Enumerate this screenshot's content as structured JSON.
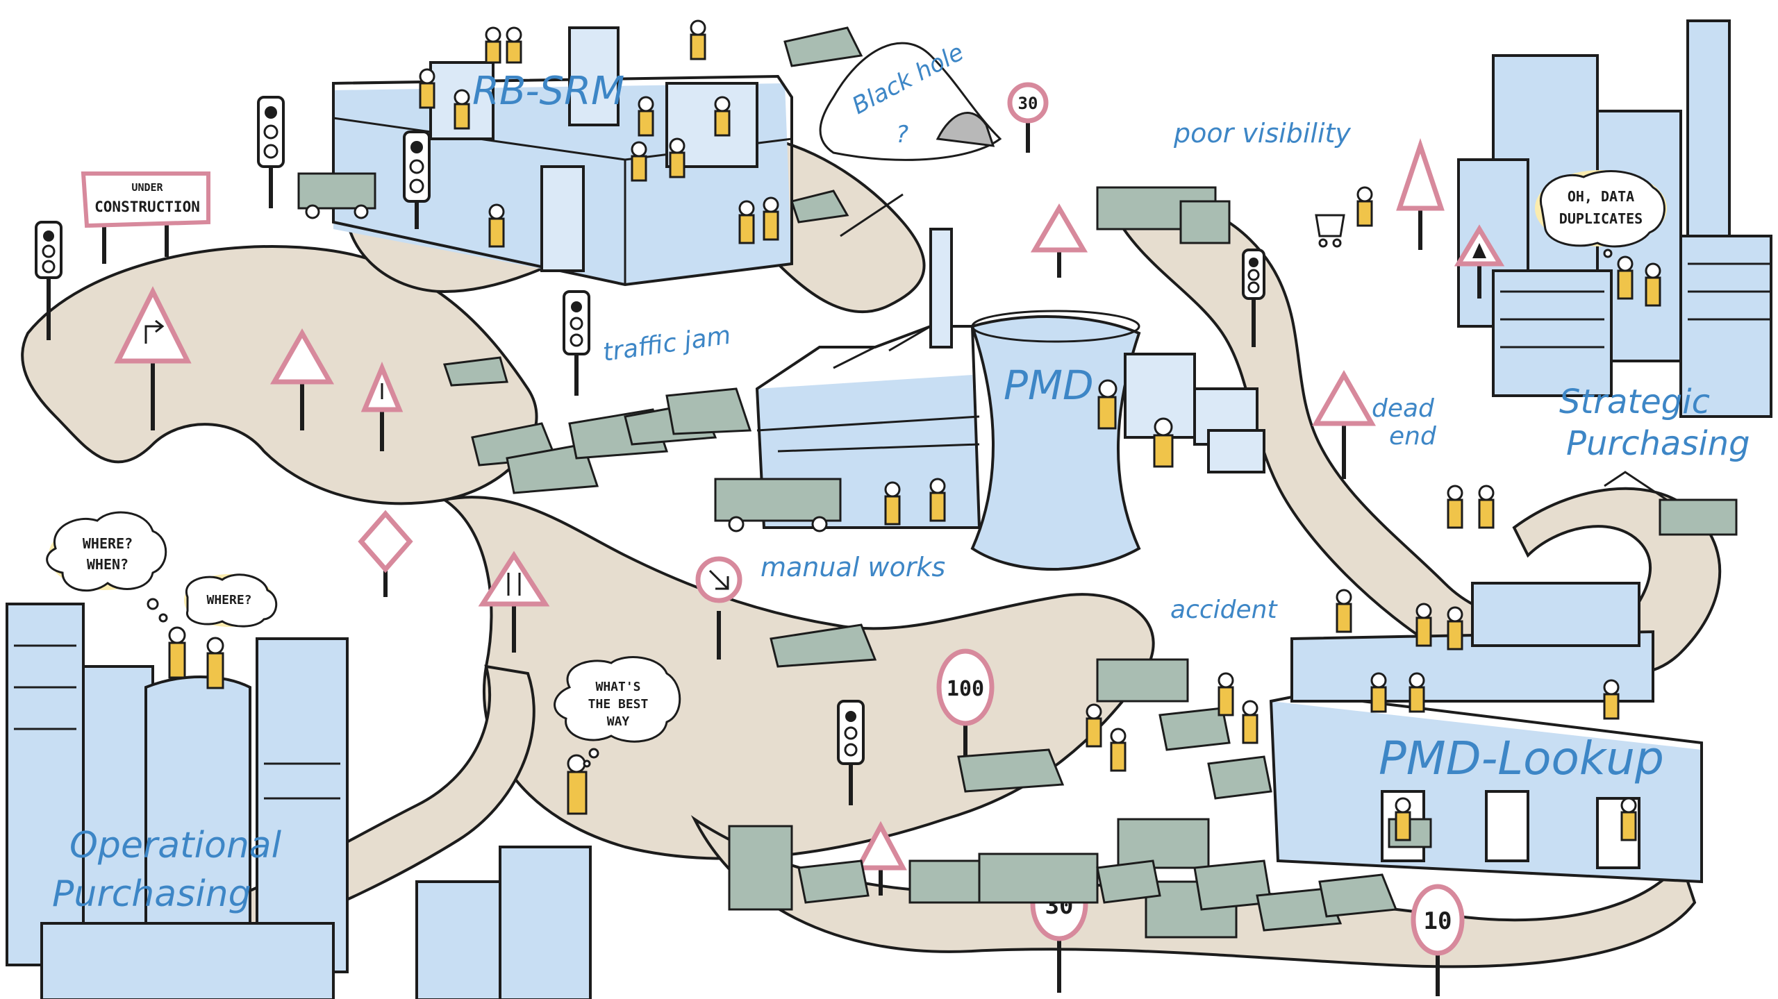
{
  "labels": {
    "rb_srm": "RB-SRM",
    "black_hole": "Black hole",
    "black_hole_q": "?",
    "poor_visibility": "poor visibility",
    "traffic_jam": "traffic jam",
    "pmd": "PMD",
    "dead_end_1": "dead",
    "dead_end_2": "end",
    "strategic_1": "Strategic",
    "strategic_2": "Purchasing",
    "manual_works": "manual works",
    "accident": "accident",
    "pmd_lookup": "PMD-Lookup",
    "operational_1": "Operational",
    "operational_2": "Purchasing"
  },
  "signs": {
    "under_1": "UNDER",
    "under_2": "CONSTRUCTION",
    "speed_30_top": "30",
    "speed_100": "100",
    "speed_30_bottom": "30",
    "speed_10": "10"
  },
  "bubbles": {
    "where_when_1": "WHERE?",
    "where_when_2": "WHEN?",
    "where": "WHERE?",
    "best_way_1": "WHAT'S",
    "best_way_2": "THE BEST",
    "best_way_3": "WAY",
    "duplicates_1": "OH, DATA",
    "duplicates_2": "DUPLICATES"
  },
  "icons": [
    "traffic-light-icon",
    "warning-sign-icon",
    "speed-limit-sign-icon",
    "truck-icon",
    "car-icon",
    "person-icon",
    "factory-icon",
    "cooling-tower-icon",
    "excavator-icon",
    "shopping-cart-icon",
    "barrier-icon",
    "mountain-icon"
  ],
  "colors": {
    "label_blue": "#3d86c6",
    "road": "#e6ddcf",
    "building_wash": "#c8def3",
    "people": "#f0c44a",
    "vehicles": "#a9bdb2",
    "sign_border": "#d7899c",
    "bubble_glow": "#fbecae"
  }
}
